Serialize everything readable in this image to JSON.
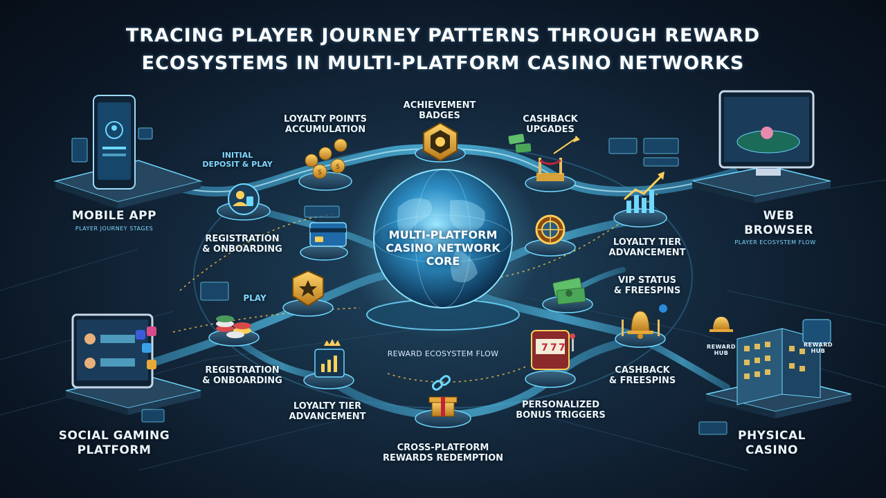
{
  "title": {
    "line1": "TRACING PLAYER JOURNEY PATTERNS THROUGH REWARD",
    "line2": "ECOSYSTEMS IN MULTI-PLATFORM CASINO NETWORKS"
  },
  "core": {
    "line1": "MULTI-PLATFORM",
    "line2": "CASINO NETWORK",
    "line3": "CORE"
  },
  "flow_label": "REWARD ECOSYSTEM FLOW",
  "platforms": {
    "mobile": {
      "label": "MOBILE APP",
      "sublabel": "PLAYER JOURNEY STAGES"
    },
    "web": {
      "line1": "WEB",
      "line2": "BROWSER",
      "sublabel": "PLAYER ECOSYSTEM FLOW"
    },
    "social": {
      "line1": "SOCIAL GAMING",
      "line2": "PLATFORM"
    },
    "physical": {
      "line1": "PHYSICAL",
      "line2": "CASINO",
      "reward_hub_1": "REWARD HUB",
      "reward_hub_2": "REWARD HUB"
    }
  },
  "stages": {
    "initial_deposit": {
      "line1": "INITIAL",
      "line2": "DEPOSIT & PLAY"
    },
    "loyalty_points": {
      "line1": "LOYALTY POINTS",
      "line2": "ACCUMULATION"
    },
    "achievement_badges": {
      "line1": "ACHIEVEMENT",
      "line2": "BADGES"
    },
    "cashback_upgrades": {
      "line1": "CASHBACK",
      "line2": "UPGADES"
    },
    "registration_top": {
      "line1": "REGISTRATION",
      "line2": "& ONBOARDING"
    },
    "loyalty_tier_right": {
      "line1": "LOYALTY TIER",
      "line2": "ADVANCEMENT"
    },
    "vip_status": {
      "line1": "VIP STATUS",
      "line2": "& FREESPINS"
    },
    "play_badge": "PLAY",
    "registration_bottom": {
      "line1": "REGISTRATION",
      "line2": "& ONBOARDING"
    },
    "cashback_freespins": {
      "line1": "CASHBACK",
      "line2": "& FREESPINS"
    },
    "loyalty_tier_bottom": {
      "line1": "LOYALTY TIER",
      "line2": "ADVANCEMENT"
    },
    "personalized_bonus": {
      "line1": "PERSONALIZED",
      "line2": "BONUS TRIGGERS"
    },
    "cross_network": {
      "line1": "CROSS-PLATFORM",
      "line2": "REWARDS REDEMPTION"
    }
  },
  "colors": {
    "accent": "#3fd0ff",
    "gold": "#f2b531",
    "platform_base": "#2a4a62"
  }
}
